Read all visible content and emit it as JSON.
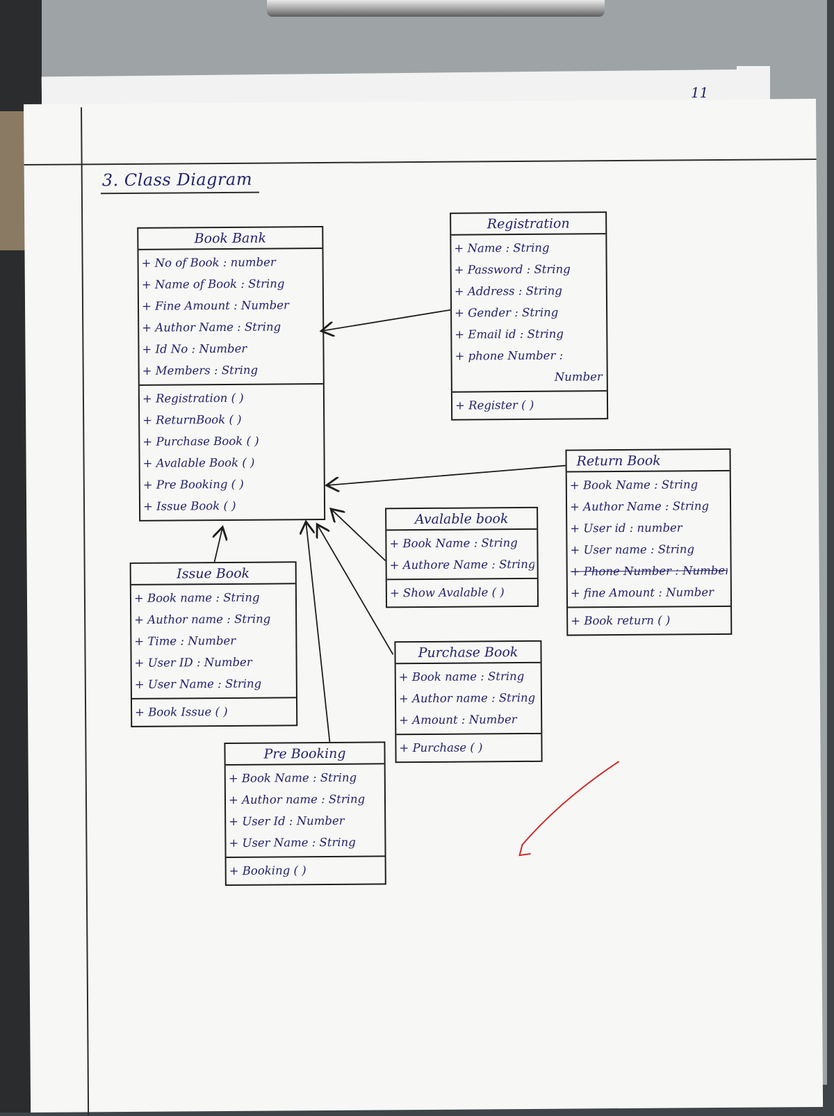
{
  "page": {
    "number": "11",
    "heading": "3. Class Diagram"
  },
  "classes": {
    "book_bank": {
      "name": "Book Bank",
      "attributes": [
        "+ No of Book : number",
        "+ Name of Book : String",
        "+ Fine Amount : Number",
        "+ Author Name : String",
        "+ Id No : Number",
        "+ Members : String"
      ],
      "operations": [
        "+ Registration ( )",
        "+ ReturnBook ( )",
        "+ Purchase Book ( )",
        "+ Avalable Book ( )",
        "+ Pre Booking ( )",
        "+ Issue Book ( )"
      ]
    },
    "registration": {
      "name": "Registration",
      "attributes": [
        "+ Name : String",
        "+ Password : String",
        "+ Address : String",
        "+ Gender : String",
        "+ Email id : String",
        "+ phone Number :"
      ],
      "attribute_continuation": "Number",
      "operations": [
        "+ Register ( )"
      ]
    },
    "return_book": {
      "name": "Return Book",
      "attributes": [
        "+ Book Name : String",
        "+ Author Name : String",
        "+ User id : number",
        "+ User name : String",
        "+ Phone Number : Number",
        "+ fine Amount : Number"
      ],
      "struck_attribute": "+ Phone Number : Number",
      "operations": [
        "+ Book return ( )"
      ]
    },
    "avalable_book": {
      "name": "Avalable book",
      "attributes": [
        "+ Book Name : String",
        "+ Authore Name : String"
      ],
      "operations": [
        "+ Show Avalable ( )"
      ]
    },
    "issue_book": {
      "name": "Issue Book",
      "attributes": [
        "+ Book name : String",
        "+ Author name : String",
        "+ Time : Number",
        "+ User ID : Number",
        "+ User Name : String"
      ],
      "operations": [
        "+ Book Issue ( )"
      ]
    },
    "purchase_book": {
      "name": "Purchase Book",
      "attributes": [
        "+ Book name : String",
        "+ Author name : String",
        "+ Amount : Number"
      ],
      "operations": [
        "+ Purchase ( )"
      ]
    },
    "pre_booking": {
      "name": "Pre Booking",
      "attributes": [
        "+ Book Name : String",
        "+ Author name : String",
        "+ User Id : Number",
        "+ User Name : String"
      ],
      "operations": [
        "+ Booking ( )"
      ]
    }
  },
  "relationships": [
    {
      "from": "Registration",
      "to": "Book Bank",
      "kind": "arrow"
    },
    {
      "from": "Return Book",
      "to": "Book Bank",
      "kind": "arrow"
    },
    {
      "from": "Avalable book",
      "to": "Book Bank",
      "kind": "arrow"
    },
    {
      "from": "Purchase Book",
      "to": "Book Bank",
      "kind": "arrow"
    },
    {
      "from": "Pre Booking",
      "to": "Book Bank",
      "kind": "arrow"
    },
    {
      "from": "Issue Book",
      "to": "Book Bank",
      "kind": "arrow"
    }
  ],
  "colors": {
    "ink": "#23236b",
    "pencil": "#1e1e1e",
    "red_mark": "#cc2b2b",
    "paper": "#f7f7f5"
  }
}
